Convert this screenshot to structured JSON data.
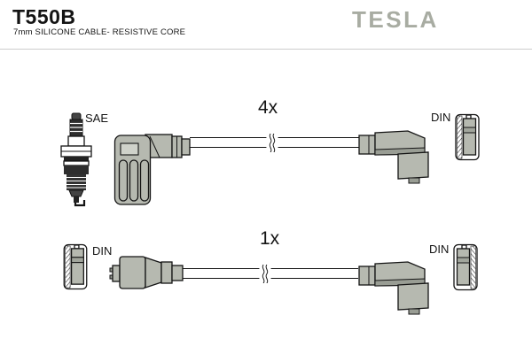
{
  "header": {
    "part_number": "T550B",
    "subtitle": "7mm SILICONE CABLE- RESISTIVE CORE",
    "brand": "TESLA"
  },
  "rows": [
    {
      "quantity": "4x",
      "left_label": "SAE",
      "right_label": "DIN",
      "left_end": "spark-plug",
      "right_end": "din-socket"
    },
    {
      "quantity": "1x",
      "left_label": "DIN",
      "right_label": "DIN",
      "left_end": "din-socket",
      "right_end": "din-socket"
    }
  ],
  "colors": {
    "background": "#ffffff",
    "ink": "#141414",
    "boot_fill": "#b6b9b0",
    "boot_shade": "#999d94",
    "brand_gray": "#a8aca2",
    "rule_gray": "#cccccc"
  }
}
